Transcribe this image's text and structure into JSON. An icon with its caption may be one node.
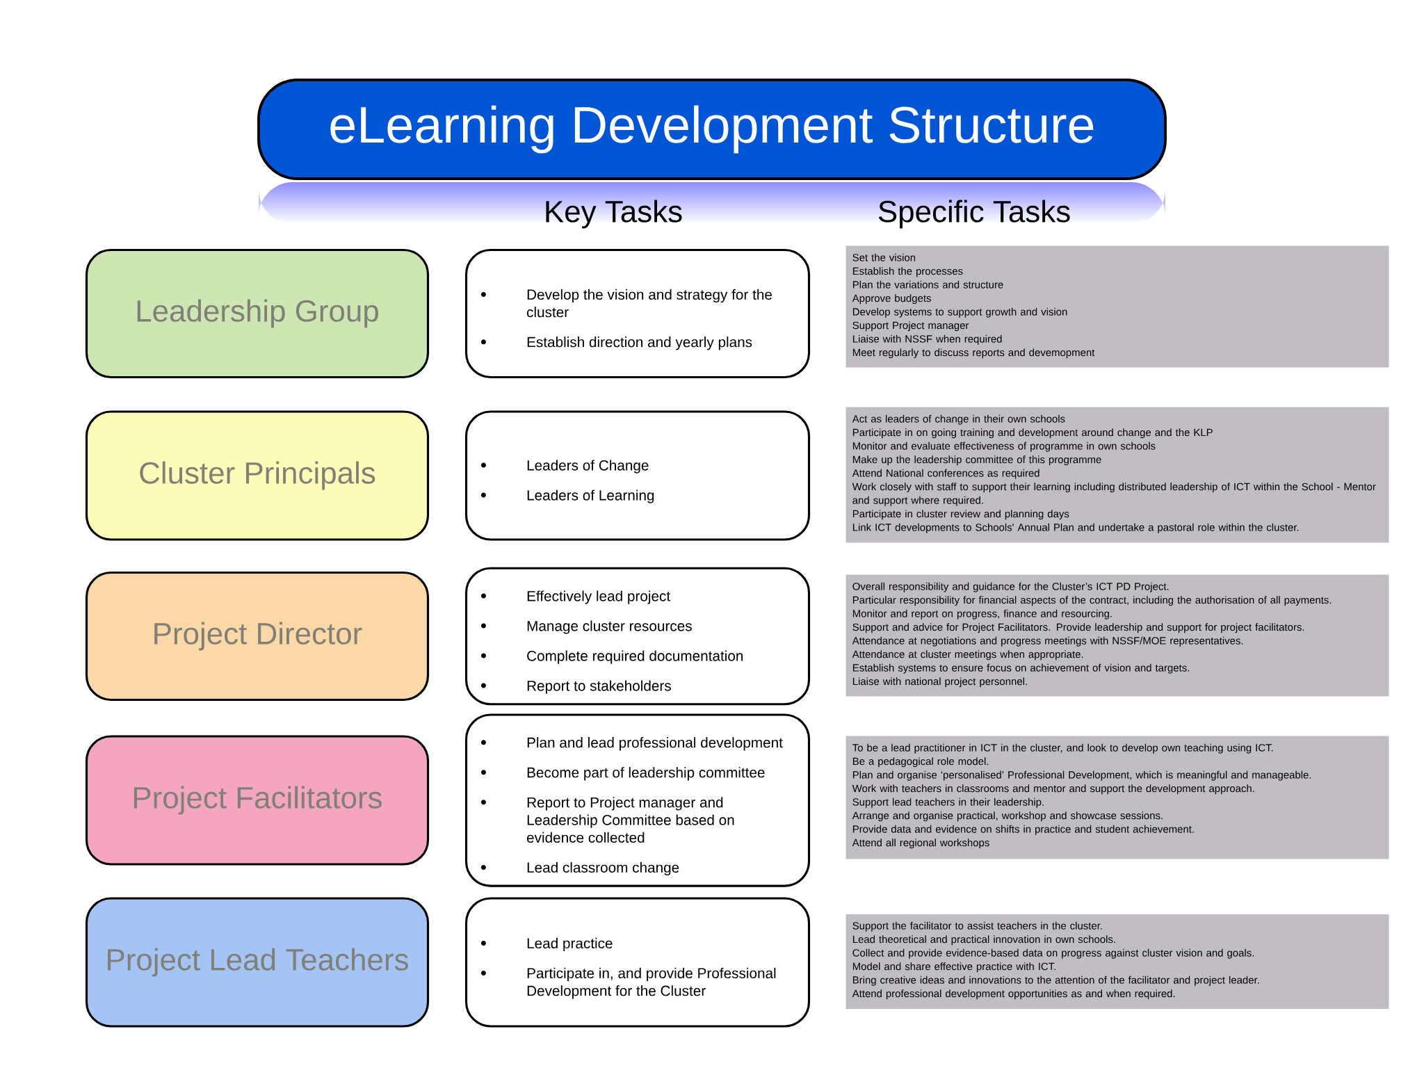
{
  "diagram": {
    "title": "eLearning Development Structure",
    "nodes": [
      {
        "text": [
          "Leadership Group"
        ]
      },
      {
        "text": [
          "Develop the vision and strategy for the cluster",
          "Establish direction and yearly plans"
        ]
      },
      {
        "text": [
          "Set the vision",
          "Establish the processes",
          "Plan the variations and structure",
          "Approve budgets",
          "Develop systems to support growth and vision",
          "Support Project manager",
          "Liaise with NSSF when required",
          "Meet regularly to discuss reports and devemopment"
        ]
      },
      {
        "text": [
          "Cluster Principals"
        ]
      },
      {
        "text": [
          "Leaders of Change",
          "Leaders of Learning"
        ]
      },
      {
        "text": [
          "Act as leaders of change in their own schools",
          "Participate in on going training and development around change and the KLP",
          "Monitor and evaluate effectiveness of programme in own schools",
          "Make up the leadership committee of this programme",
          "Attend National conferences as required",
          "Work closely with staff to support their learning including distributed leadership of ICT within the School - Mentor and support where required.",
          "Participate in cluster review and planning days",
          "Link ICT developments to Schools' Annual Plan and undertake  a pastoral role within the cluster."
        ]
      },
      {
        "text": [
          "Project Director"
        ]
      },
      {
        "text": [
          "Effectively lead project",
          "Manage cluster resources",
          "Complete required documentation",
          "Report to stakeholders"
        ]
      },
      {
        "text": [
          "Overall responsibility and guidance for the Cluster’s ICT PD Project.",
          "Particular responsibility for financial aspects of the contract, including the authorisation of all payments.",
          "Monitor and report on progress, finance and resourcing.",
          "Support and advice for Project Facilitators. Provide leadership and support for project facilitators.",
          "Attendance at negotiations and progress meetings with NSSF/MOE representatives.",
          "Attendance at cluster meetings when appropriate.",
          "Establish systems to ensure focus on achievement of vision and targets.",
          "Liaise with national project personnel."
        ]
      },
      {
        "text": [
          "Project Facilitators"
        ]
      },
      {
        "text": [
          "Plan and lead professional development",
          "Become part of leadership committee",
          "Report to Project manager and Leadership Committee based on evidence collected",
          "Lead classroom change"
        ]
      },
      {
        "text": [
          "To be a lead practitioner in ICT in the cluster, and look to develop own teaching using ICT.",
          "Be a pedagogical role model.",
          "Plan and organise ‘personalised’ Professional Development, which is meaningful and manageable.",
          "Work with teachers in classrooms and mentor and support the development approach.",
          "Support lead teachers in their leadership.",
          "Arrange and organise practical, workshop and showcase sessions.",
          "Provide data and evidence on shifts in practice and student achievement.",
          "Attend all regional workshops"
        ]
      },
      {
        "text": [
          "Project Lead Teachers"
        ]
      },
      {
        "text": [
          "Lead practice",
          "Participate in, and provide Professional Development for the Cluster"
        ]
      },
      {
        "text": [
          "Support the facilitator to assist teachers in the cluster.",
          "Lead theoretical and practical innovation in own schools.",
          "Collect and provide evidence-based data on progress against cluster vision and goals.",
          "Model and share effective practice with ICT.",
          "Bring creative ideas and innovations to the attention of the facilitator and project leader.",
          "Attend professional development opportunities as and when required."
        ]
      }
    ],
    "labels": [
      "Key Tasks",
      "Specific Tasks"
    ]
  }
}
